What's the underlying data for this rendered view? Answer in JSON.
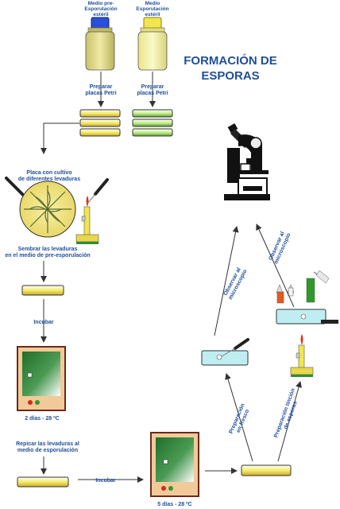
{
  "title": {
    "line1": "FORMACIÓN DE",
    "line2": "ESPORAS"
  },
  "bottles": {
    "left": {
      "line1": "Medio pre-",
      "line2": "Esporulación",
      "line3": "estéril"
    },
    "right": {
      "line1": "Medio",
      "line2": "Esporulación",
      "line3": "estéril"
    }
  },
  "prepare": {
    "line1": "Preparar",
    "line2": "placas Petri"
  },
  "plate_culture": {
    "line1": "Placa con cultivo",
    "line2": "de diferentes levaduras"
  },
  "sow": {
    "line1": "Sembrar las levaduras",
    "line2": "en el medio de pre-esporulación"
  },
  "incubate": "Incubar",
  "incubate_conditions_1": "2 días - 28 ºC",
  "replate": {
    "line1": "Repicar las levaduras al",
    "line2": "medio de esporulación"
  },
  "incubate_arrow": "Incubar",
  "incubate_conditions_2": "5 días - 28 ºC",
  "fresh_prep": {
    "line1": "Preparación",
    "line2": "en fresco"
  },
  "stain_prep": {
    "line1": "Preparación tinción",
    "line2": "de esporas"
  },
  "observe_left": {
    "line1": "Observar al",
    "line2": "microscopio"
  },
  "observe_right": {
    "line1": "Observar al",
    "line2": "microscopio"
  },
  "colors": {
    "label_blue": "#1f4e9a",
    "slide_cyan": "#bfeef2",
    "plate_yellow": "#f6f08a",
    "green_plate": "#2f8a3e",
    "bottle_blue_cap": "#2b4fd8",
    "bottle_yellow_cap": "#f2e64a"
  }
}
